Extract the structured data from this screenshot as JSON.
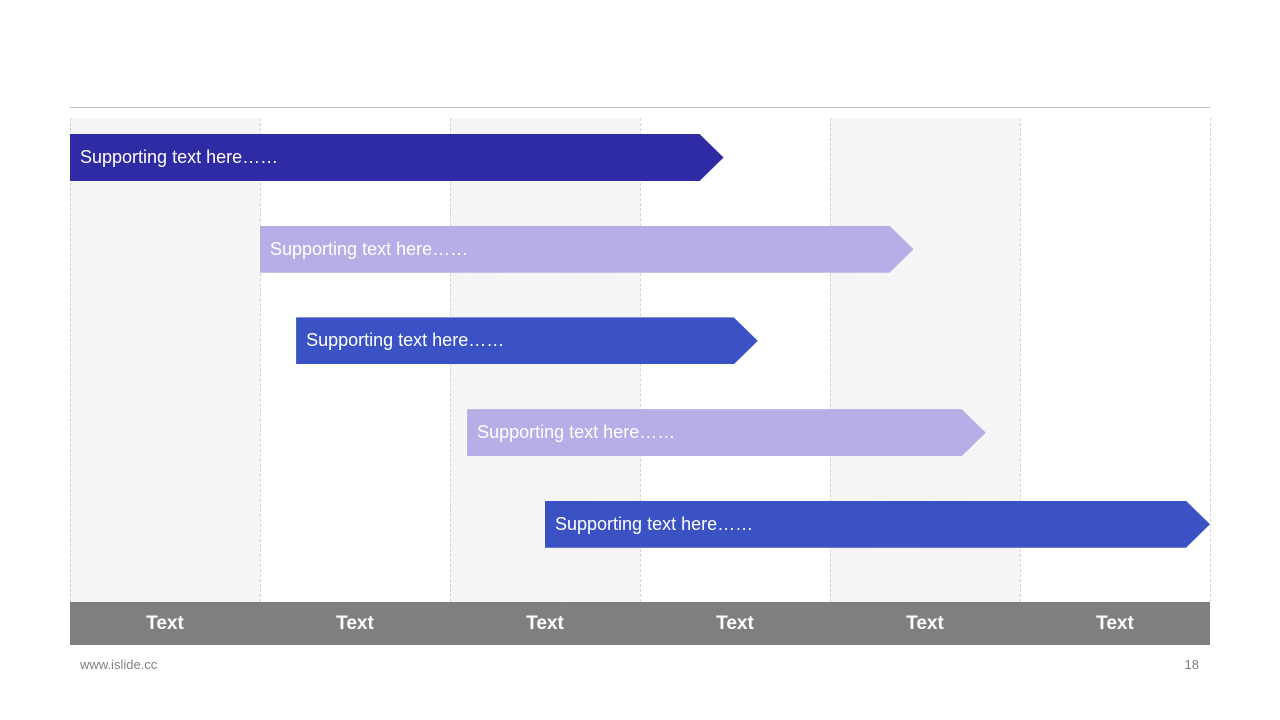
{
  "timeline": {
    "columns": [
      "Text",
      "Text",
      "Text",
      "Text",
      "Text",
      "Text"
    ],
    "bars": [
      {
        "label": "Supporting text here……",
        "start": 0.0,
        "end": 3.44,
        "color": "#2e2ba4"
      },
      {
        "label": "Supporting text here……",
        "start": 1.0,
        "end": 4.44,
        "color": "#b9ade8"
      },
      {
        "label": "Supporting text here……",
        "start": 1.19,
        "end": 3.62,
        "color": "#3a52c4"
      },
      {
        "label": "Supporting text here……",
        "start": 2.09,
        "end": 4.82,
        "color": "#b9ade8"
      },
      {
        "label": "Supporting text here……",
        "start": 2.5,
        "end": 6.0,
        "color": "#3a52c4"
      }
    ]
  },
  "footer": {
    "website": "www.islide.cc",
    "page_number": "18"
  }
}
